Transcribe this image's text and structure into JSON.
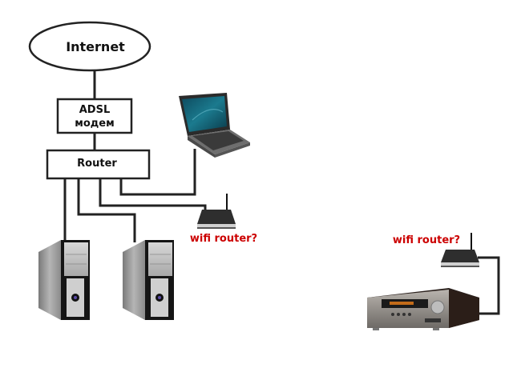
{
  "diagram": {
    "nodes": {
      "internet": {
        "label": "Internet",
        "shape": "ellipse"
      },
      "modem": {
        "label_line1": "ADSL",
        "label_line2": "модем",
        "shape": "box"
      },
      "router": {
        "label": "Router",
        "shape": "box"
      },
      "laptop": {
        "icon": "laptop-icon"
      },
      "pc1": {
        "icon": "desktop-tower-icon"
      },
      "pc2": {
        "icon": "desktop-tower-icon"
      },
      "wifi_router_left": {
        "icon": "wifi-router-icon",
        "label": "wifi router?"
      },
      "wifi_router_right": {
        "icon": "wifi-router-icon",
        "label": "wifi router?"
      },
      "av_receiver": {
        "icon": "av-receiver-icon"
      }
    },
    "connections": [
      [
        "internet",
        "modem"
      ],
      [
        "modem",
        "router"
      ],
      [
        "router",
        "pc1"
      ],
      [
        "router",
        "pc2"
      ],
      [
        "router",
        "wifi_router_left"
      ],
      [
        "router",
        "laptop"
      ],
      [
        "wifi_router_right",
        "av_receiver"
      ]
    ],
    "colors": {
      "line": "#222222",
      "label_red": "#cc0000"
    }
  }
}
